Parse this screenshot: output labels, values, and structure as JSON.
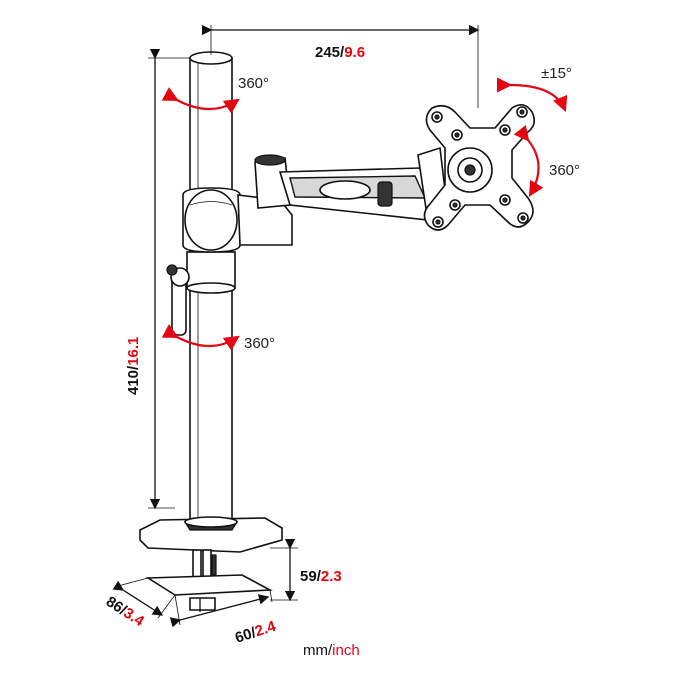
{
  "dimensions": {
    "width": {
      "mm": "245",
      "sep": "/",
      "inch": "9.6"
    },
    "height": {
      "mm": "410",
      "sep": "/",
      "inch": "16.1"
    },
    "clamp_height": {
      "mm": "59",
      "sep": "/",
      "inch": "2.3"
    },
    "clamp_depth": {
      "mm": "86",
      "sep": "/",
      "inch": "3.4"
    },
    "clamp_width": {
      "mm": "60",
      "sep": "/",
      "inch": "2.4"
    }
  },
  "rotations": {
    "pole_top": "360°",
    "pole_lower": "360°",
    "plate_rotate": "360°",
    "plate_tilt": "±15°"
  },
  "units": {
    "mm": "mm",
    "sep": "/",
    "inch": "inch"
  },
  "colors": {
    "accent": "#e30613",
    "line": "#111111"
  }
}
